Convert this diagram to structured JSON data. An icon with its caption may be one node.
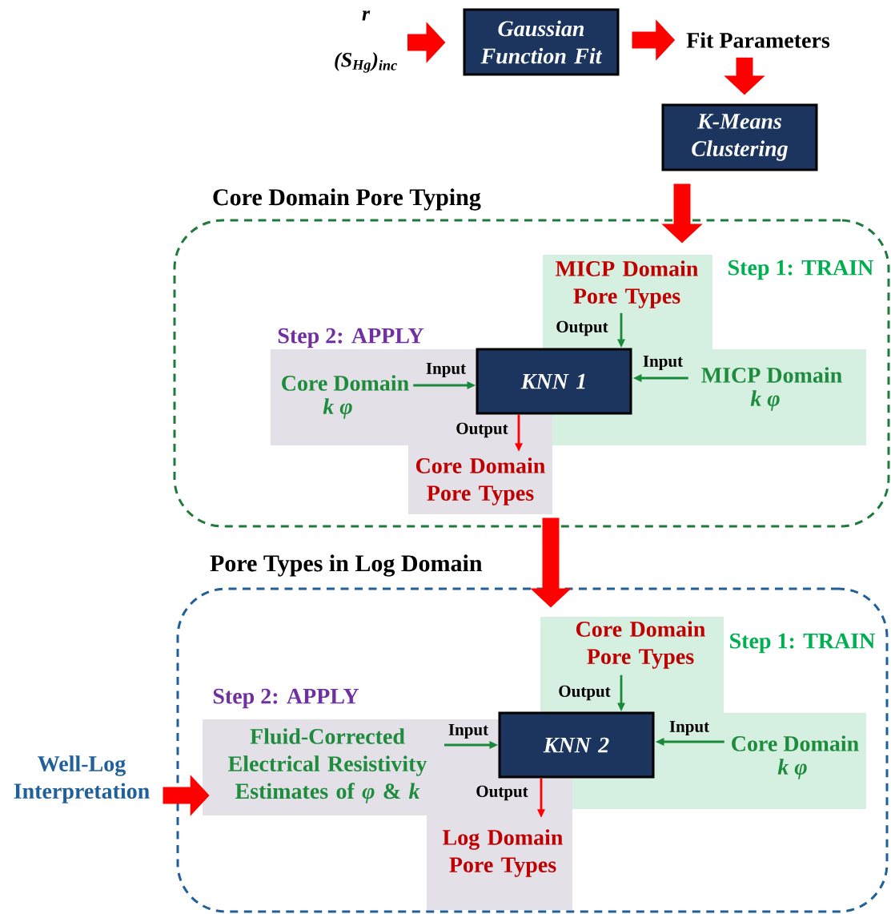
{
  "diagram": {
    "nodes": [
      {
        "text": [
          "r",
          "(S$_{Hg}$)$_{inc}$"
        ]
      },
      {
        "text": [
          "Gaussian Function Fit"
        ]
      },
      {
        "text": [
          "Fit Parameters"
        ]
      },
      {
        "text": [
          "K-Means Clustering"
        ]
      },
      {
        "text": [
          "Core Domain Pore Typing"
        ]
      },
      {
        "text": [
          "MICP Domain Pore Types"
        ],
        "beside": [
          "Step 1: TRAIN"
        ],
        "in": 4
      },
      {
        "text": [
          "Core Domain",
          "k φ"
        ],
        "beside": [
          "Step 2: APPLY"
        ],
        "in": 4
      },
      {
        "text": [
          "KNN 1"
        ],
        "in": 4
      },
      {
        "text": [
          "MICP Domain",
          "k φ"
        ],
        "in": 4
      },
      {
        "text": [
          "Core Domain Pore Types"
        ],
        "in": 4
      },
      {
        "text": [
          "Pore Types in Log Domain"
        ]
      },
      {
        "text": [
          "Core Domain Pore Types"
        ],
        "beside": [
          "Step 1: TRAIN"
        ],
        "in": 10
      },
      {
        "text": [
          "Fluid-Corrected Electrical Resistivity Estimates of *φ* & *k*"
        ],
        "beside": [
          "Step 2: APPLY"
        ],
        "in": 10
      },
      {
        "text": [
          "KNN 2"
        ],
        "in": 10
      },
      {
        "text": [
          "Core Domain",
          "k φ"
        ],
        "in": 10
      },
      {
        "text": [
          "Log Domain Pore Types"
        ],
        "in": 10
      },
      {
        "text": [
          "Well-Log Interpretation"
        ]
      }
    ],
    "edges": [
      {
        "from": 0,
        "to": 1,
        "arrow": "to",
        "style": "thick",
        "color": "#ff0000"
      },
      {
        "from": 1,
        "to": 2,
        "arrow": "to",
        "style": "thick",
        "color": "#ff0000"
      },
      {
        "from": 2,
        "to": 3,
        "arrow": "to",
        "style": "thick",
        "color": "#ff0000"
      },
      {
        "from": 3,
        "to": 4,
        "arrow": "to",
        "style": "thick",
        "color": "#ff0000"
      },
      {
        "from": 6,
        "to": 7,
        "arrow": "to",
        "label": "Input",
        "color": "#1a8a3a"
      },
      {
        "from": 8,
        "to": 7,
        "arrow": "to",
        "label": "Input",
        "color": "#1a8a3a"
      },
      {
        "from": 5,
        "to": 7,
        "arrow": "to",
        "label": "Output",
        "color": "#1a8a3a"
      },
      {
        "from": 7,
        "to": 9,
        "arrow": "to",
        "label": "Output",
        "color": "#ff0000"
      },
      {
        "from": 4,
        "to": 10,
        "arrow": "to",
        "style": "thick",
        "color": "#ff0000"
      },
      {
        "from": 12,
        "to": 13,
        "arrow": "to",
        "label": "Input",
        "color": "#1a8a3a"
      },
      {
        "from": 14,
        "to": 13,
        "arrow": "to",
        "label": "Input",
        "color": "#1a8a3a"
      },
      {
        "from": 11,
        "to": 13,
        "arrow": "to",
        "label": "Output",
        "color": "#1a8a3a"
      },
      {
        "from": 13,
        "to": 15,
        "arrow": "to",
        "label": "Output",
        "color": "#ff0000"
      },
      {
        "from": 16,
        "to": 12,
        "arrow": "to",
        "style": "thick",
        "color": "#ff0000"
      }
    ]
  }
}
